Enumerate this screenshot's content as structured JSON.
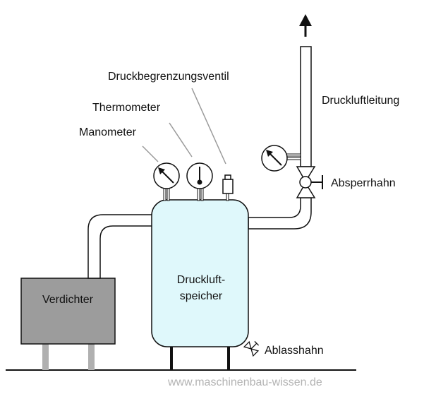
{
  "labels": {
    "relief_valve": "Druckbegrenzungsventil",
    "thermometer": "Thermometer",
    "manometer": "Manometer",
    "air_line": "Druckluftleitung",
    "shutoff_valve": "Absperrhahn",
    "compressor": "Verdichter",
    "tank_line1": "Druckluft-",
    "tank_line2": "speicher",
    "drain_valve": "Ablasshahn"
  },
  "watermark": "www.maschinenbau-wissen.de",
  "colors": {
    "tank_fill": "#dff8fb",
    "compressor_fill": "#9c9c9c",
    "legs": "#b0b0b0",
    "outline": "#111111",
    "leader_lines": "#9a9a9a",
    "watermark": "#b3b3b3"
  },
  "icons": [
    "pressure-gauge-icon",
    "thermometer-icon",
    "relief-valve-icon",
    "shutoff-valve-icon",
    "drain-valve-icon",
    "flow-arrow-icon"
  ]
}
